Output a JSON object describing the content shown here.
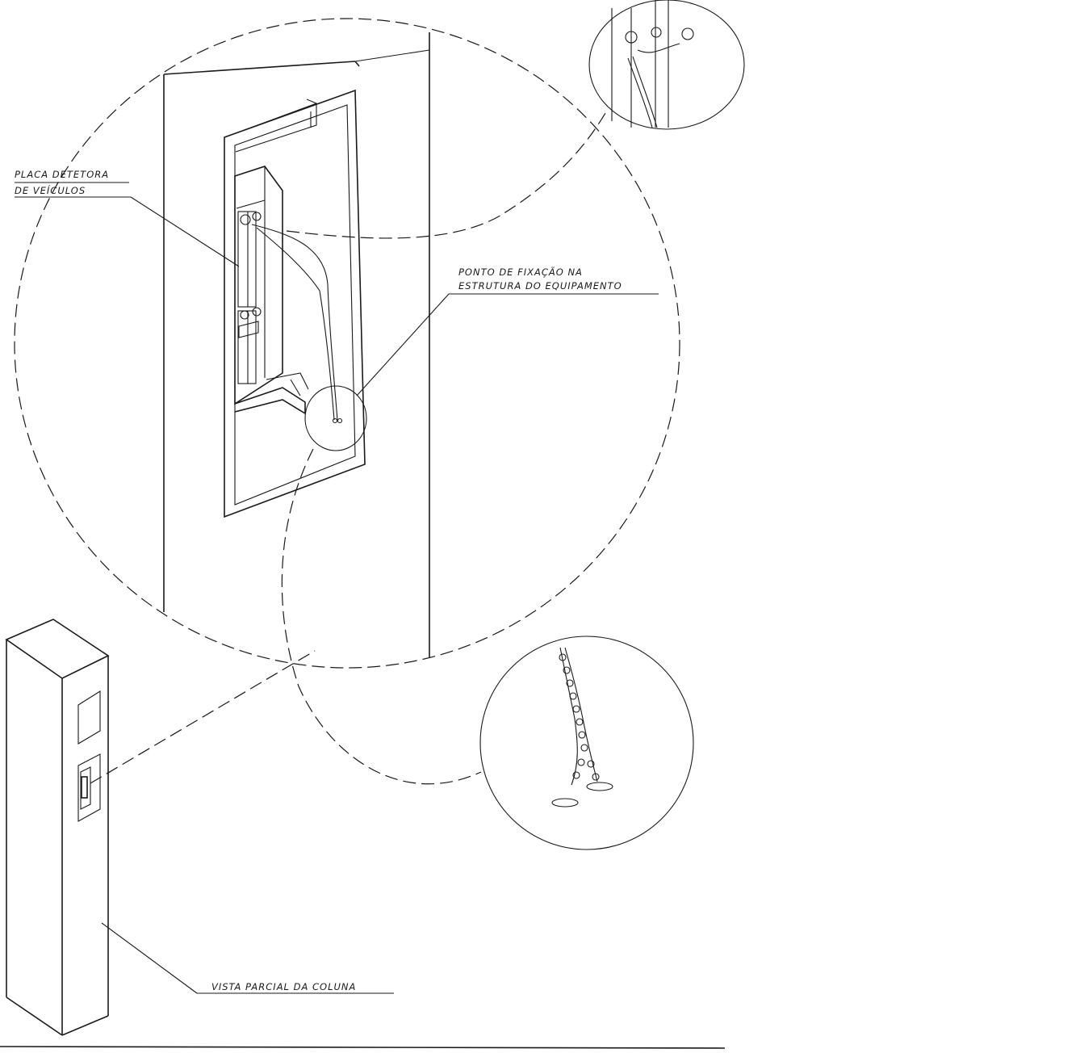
{
  "labels": {
    "placa_line1": "PLACA DETETORA",
    "placa_line2": "DE VEÍCULOS",
    "ponto_line1": "PONTO DE FIXAÇÃO NA",
    "ponto_line2": "ESTRUTURA DO EQUIPAMENTO",
    "vista": "VISTA PARCIAL DA COLUNA"
  }
}
